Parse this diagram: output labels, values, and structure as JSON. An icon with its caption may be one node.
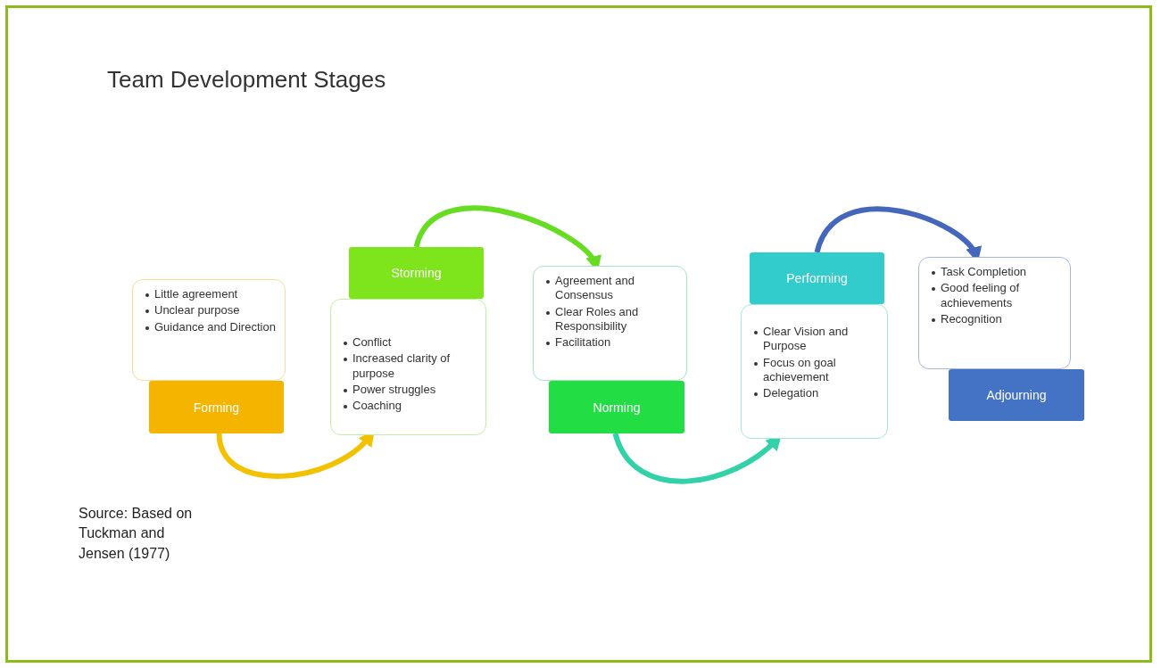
{
  "diagram": {
    "title": "Team Development Stages",
    "nodes": [
      {
        "text": [
          "Little agreement",
          "Unclear purpose",
          "Guidance and Direction"
        ]
      },
      {
        "text": [
          "Forming"
        ]
      },
      {
        "text": [
          "Storming"
        ]
      },
      {
        "text": [
          "Conflict",
          "Increased clarity of purpose",
          "Power struggles",
          "Coaching"
        ]
      },
      {
        "text": [
          "Agreement and Consensus",
          "Clear Roles and Responsibility",
          "Facilitation"
        ]
      },
      {
        "text": [
          "Norming"
        ]
      },
      {
        "text": [
          "Performing"
        ]
      },
      {
        "text": [
          "Clear Vision and Purpose",
          "Focus on goal achievement",
          "Delegation"
        ]
      },
      {
        "text": [
          "Task Completion",
          "Good feeling of achievements",
          "Recognition"
        ]
      },
      {
        "text": [
          "Adjourning"
        ]
      }
    ],
    "edges": [
      {
        "from": 1,
        "to": 3,
        "arrow": "to",
        "color": "#f2c200"
      },
      {
        "from": 2,
        "to": 4,
        "arrow": "to",
        "color": "#66dd22"
      },
      {
        "from": 5,
        "to": 7,
        "arrow": "to",
        "color": "#33d1a8"
      },
      {
        "from": 6,
        "to": 8,
        "arrow": "to",
        "color": "#4466bb"
      }
    ],
    "labels": [
      "Source: Based on Tuckman and Jensen (1977)"
    ]
  }
}
